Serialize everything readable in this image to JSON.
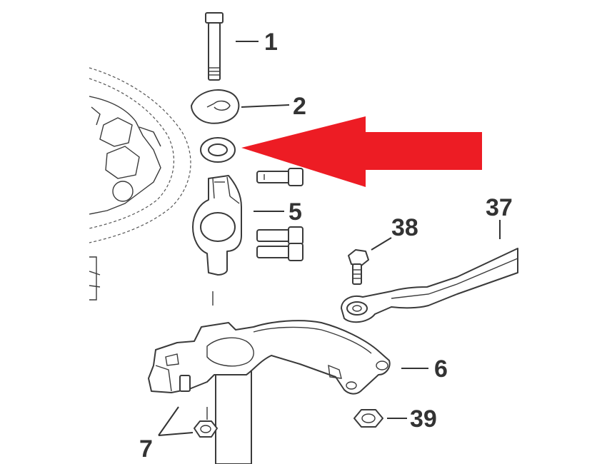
{
  "callouts": {
    "c1": "1",
    "c2": "2",
    "c5": "5",
    "c6": "6",
    "c7": "7",
    "c37": "37",
    "c38": "38",
    "c39": "39"
  },
  "colors": {
    "arrow": "#ED1C24",
    "line": "#3a3a3a",
    "text": "#333333"
  }
}
